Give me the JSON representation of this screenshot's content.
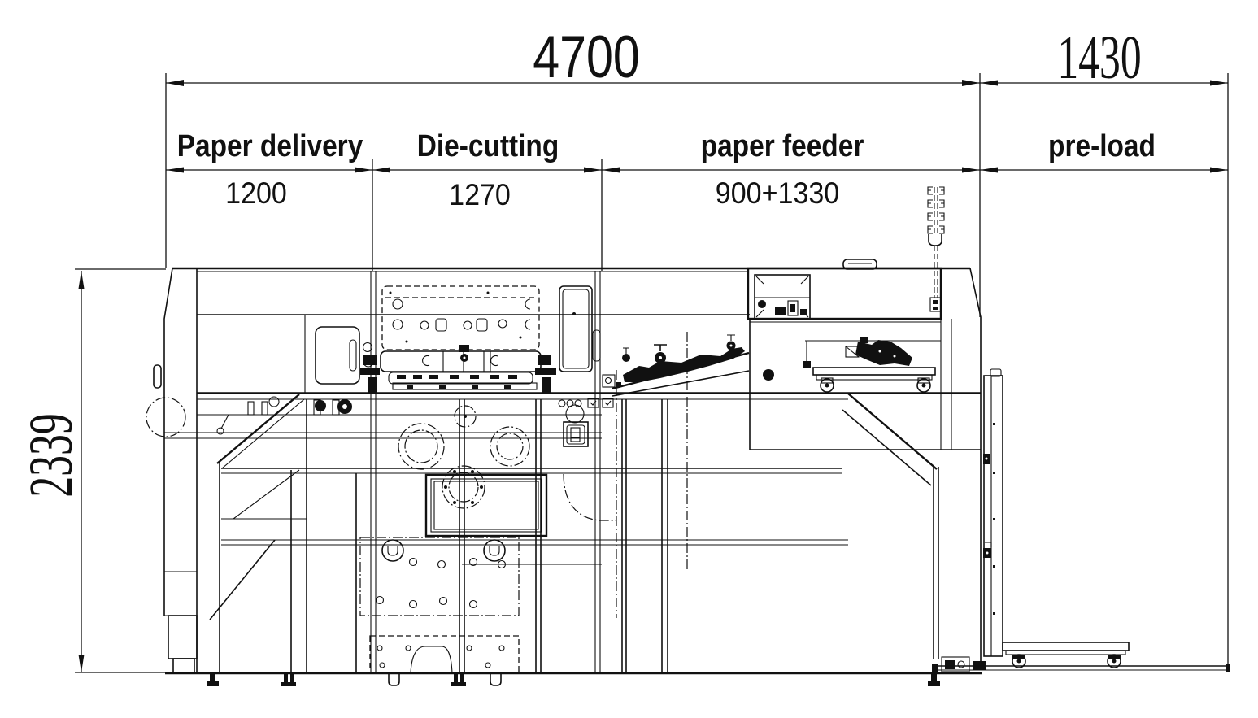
{
  "diagram": {
    "dimensions": {
      "overall_width": "4700",
      "preload_width": "1430",
      "overall_height": "2339"
    },
    "sections": [
      {
        "label": "Paper delivery",
        "width": "1200"
      },
      {
        "label": "Die-cutting",
        "width": "1270"
      },
      {
        "label": "paper feeder",
        "width": "900+1330"
      },
      {
        "label": "pre-load",
        "width": ""
      }
    ],
    "colors": {
      "line": "#111111",
      "background": "#ffffff"
    }
  }
}
